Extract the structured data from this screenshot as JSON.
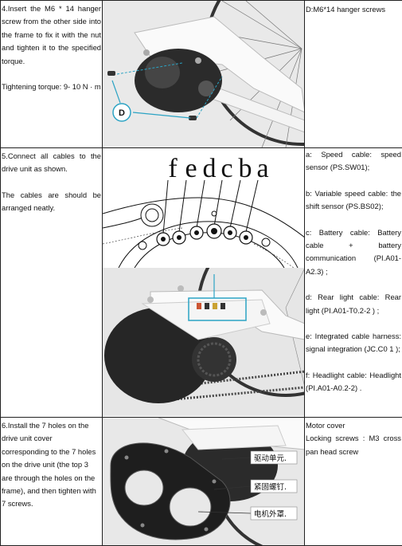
{
  "rows": [
    {
      "step_lines": [
        "4.Insert the M6 * 14 hanger screw from the other side into the frame to fix it with the nut and tighten it to the specified torque."
      ],
      "torque": "Tightening torque: 9- 10 N · m",
      "callout": "D",
      "parts": [
        "D:M6*14 hanger screws"
      ]
    },
    {
      "step": "5.Connect all cables to the drive unit as shown.",
      "note": "The cables are should be arranged neatly.",
      "connector_letters": [
        "f",
        "e",
        "d",
        "c",
        "b",
        "a"
      ],
      "parts": [
        "a: Speed cable: speed sensor (PS.SW01);",
        "b: Variable speed cable: the shift sensor (PS.BS02);",
        "c: Battery cable: Battery cable + battery communication (PI.A01-A2.3) ;",
        "d: Rear light cable: Rear light (PI.A01-T0.2-2 ) ;",
        "e: Integrated cable harness: signal integration (JC.C0 1 );",
        "f: Headlight cable: Headlight (PI.A01-A0.2-2) ."
      ]
    },
    {
      "step": "6.Install the 7 holes on the drive unit cover corresponding to the 7 holes on the drive unit (the top 3 are through the holes on the frame), and then tighten with 7 screws.",
      "labels": [
        "驱动单元.",
        "紧固螺钉.",
        "电机外罩."
      ],
      "parts_title": "Motor cover",
      "parts_detail": "Locking screws : M3 cross pan head screw"
    }
  ]
}
